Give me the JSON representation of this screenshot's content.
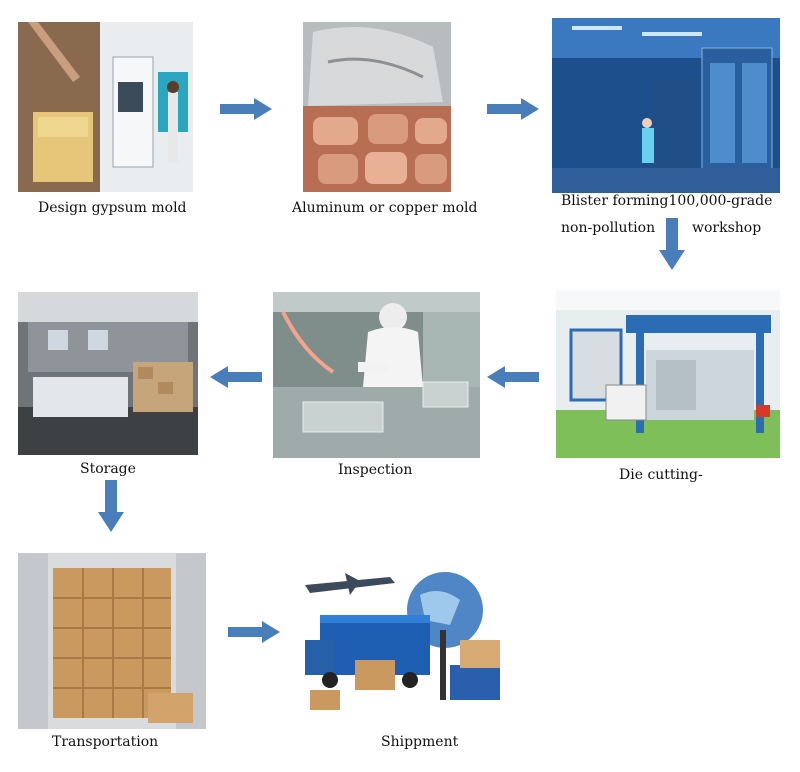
{
  "colors": {
    "arrow": "#4a7ebb"
  },
  "steps": [
    {
      "label": "Design gypsum mold"
    },
    {
      "label": "Aluminum or copper mold"
    },
    {
      "label_line1": "Blister forming100,000-grade",
      "label_line2_a": "non-pollution",
      "label_line2_b": "workshop"
    },
    {
      "label": "Die cutting-"
    },
    {
      "label": "Inspection"
    },
    {
      "label": "Storage"
    },
    {
      "label": "Transportation"
    },
    {
      "label": "Shippment"
    }
  ],
  "arrows": [
    {
      "direction": "right"
    },
    {
      "direction": "right"
    },
    {
      "direction": "down"
    },
    {
      "direction": "left"
    },
    {
      "direction": "left"
    },
    {
      "direction": "down"
    },
    {
      "direction": "right"
    }
  ]
}
